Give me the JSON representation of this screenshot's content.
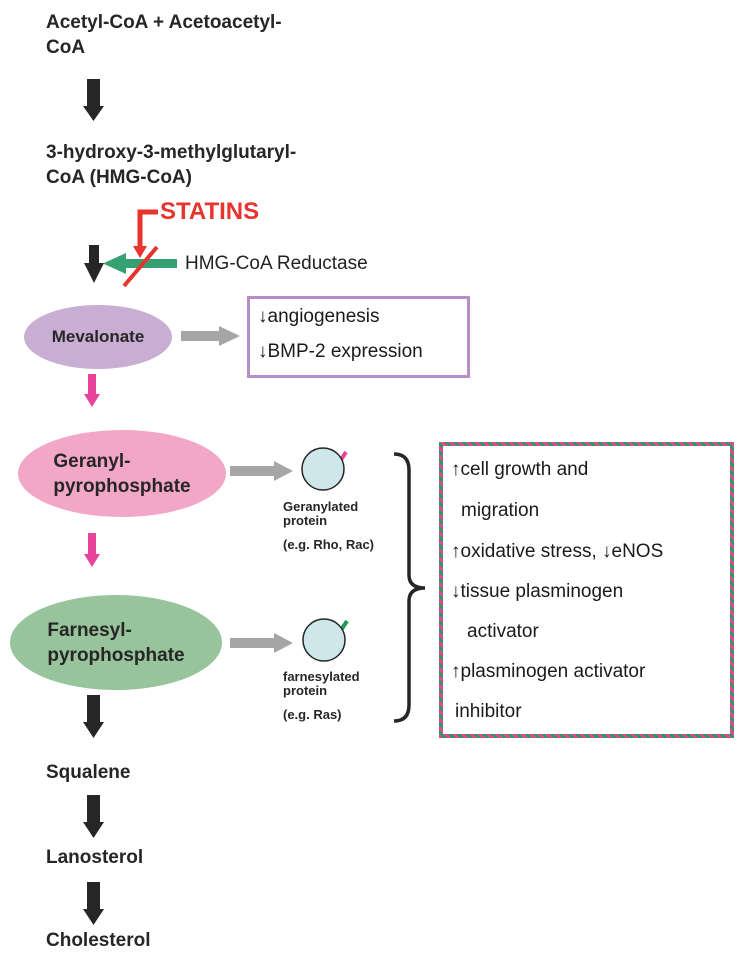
{
  "colors": {
    "main_arrow": "#262626",
    "pink_arrow": "#e8449a",
    "gray_arrow": "#a6a6a6",
    "statins_red": "#e8332e",
    "enzyme_green": "#35a072",
    "mevalonate_fill": "#c9aed4",
    "mevalonate_box_border": "#b88ec9",
    "geranyl_fill": "#f2a7c6",
    "farnesyl_fill": "#98c49c",
    "protein_fill": "#cde7ea",
    "geranyl_tail": "#e8449a",
    "farnesyl_tail": "#1f9a52",
    "stripe_a": "#e8449a",
    "stripe_b": "#2d9a5c"
  },
  "pathway": {
    "acetyl_line1": "Acetyl-CoA + Acetoacetyl-",
    "acetyl_line2": "CoA",
    "hmg_line1": "3-hydroxy-3-methylglutaryl-",
    "hmg_line2": "CoA (HMG-CoA)",
    "mevalonate": "Mevalonate",
    "geranyl_line1": "Geranyl-",
    "geranyl_line2": "pyrophosphate",
    "farnesyl_line1": "Farnesyl-",
    "farnesyl_line2": "pyrophosphate",
    "squalene": "Squalene",
    "lanosterol": "Lanosterol",
    "cholesterol": "Cholesterol"
  },
  "inhibition": {
    "drug": "STATINS",
    "enzyme": "HMG-CoA Reductase"
  },
  "mevalonate_effects": [
    "↓angiogenesis",
    "↓BMP-2 expression"
  ],
  "proteins": {
    "geranylated_line1": "Geranylated",
    "geranylated_line2": "protein",
    "geranylated_example": "(e.g. Rho, Rac)",
    "farnesylated_line1": "farnesylated",
    "farnesylated_line2": "protein",
    "farnesylated_example": "(e.g. Ras)"
  },
  "prenylation_effects": [
    "↑cell growth and",
    " migration",
    "↑oxidative stress, ↓eNOS",
    "↓tissue plasminogen",
    "  activator",
    "↑plasminogen activator",
    " inhibitor"
  ]
}
